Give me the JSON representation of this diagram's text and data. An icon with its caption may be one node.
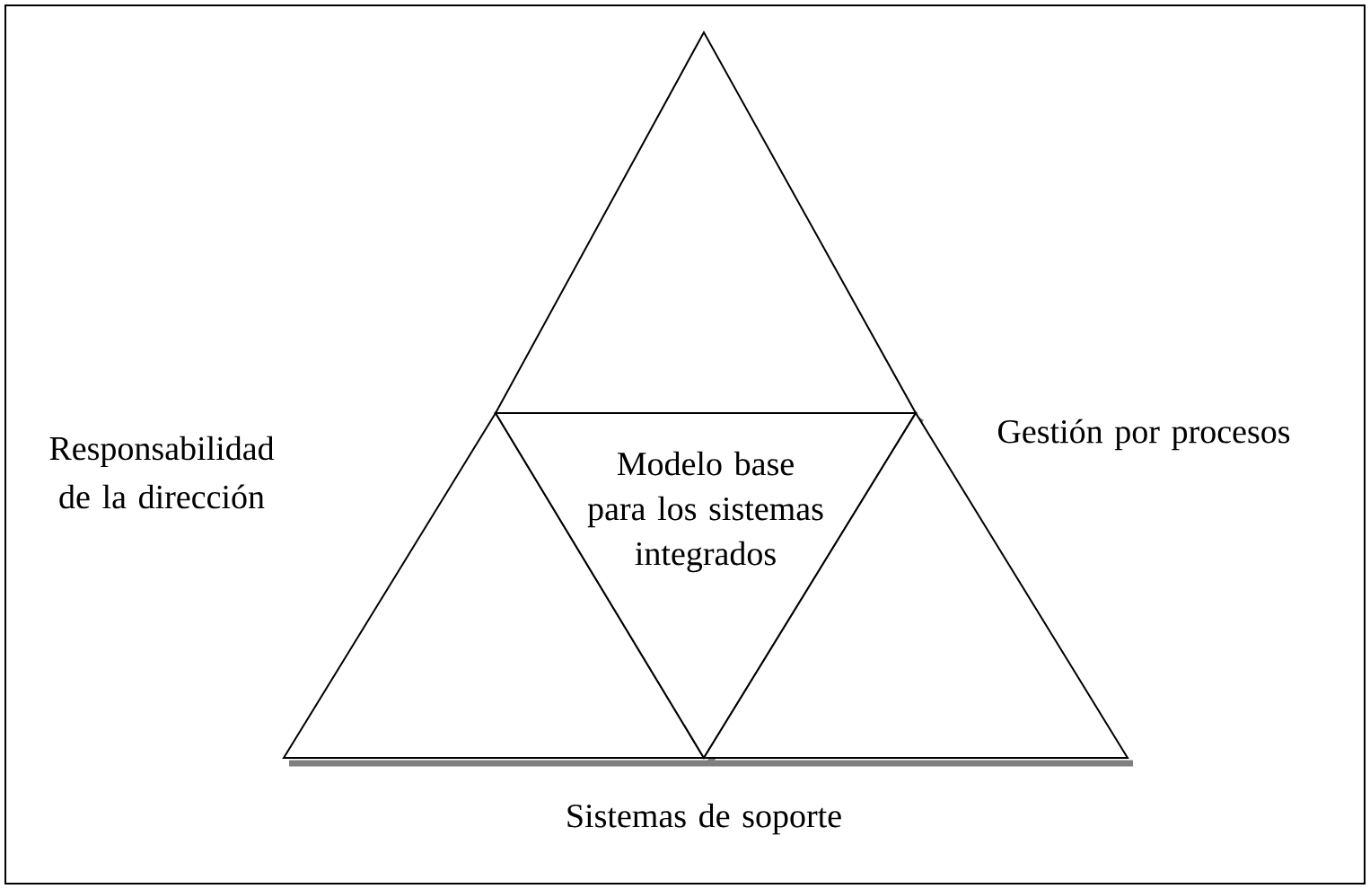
{
  "diagram": {
    "nodes": [
      {
        "text": [],
        "shape": "triangle"
      },
      {
        "text": [],
        "shape": "triangle"
      },
      {
        "text": [
          "Modelo base para los sistemas integrados"
        ]
      },
      {
        "text": [],
        "shape": "triangle"
      }
    ],
    "labels": [
      "Responsabilidad de la dirección",
      "Gestión por procesos",
      "Sistemas de soporte"
    ]
  }
}
